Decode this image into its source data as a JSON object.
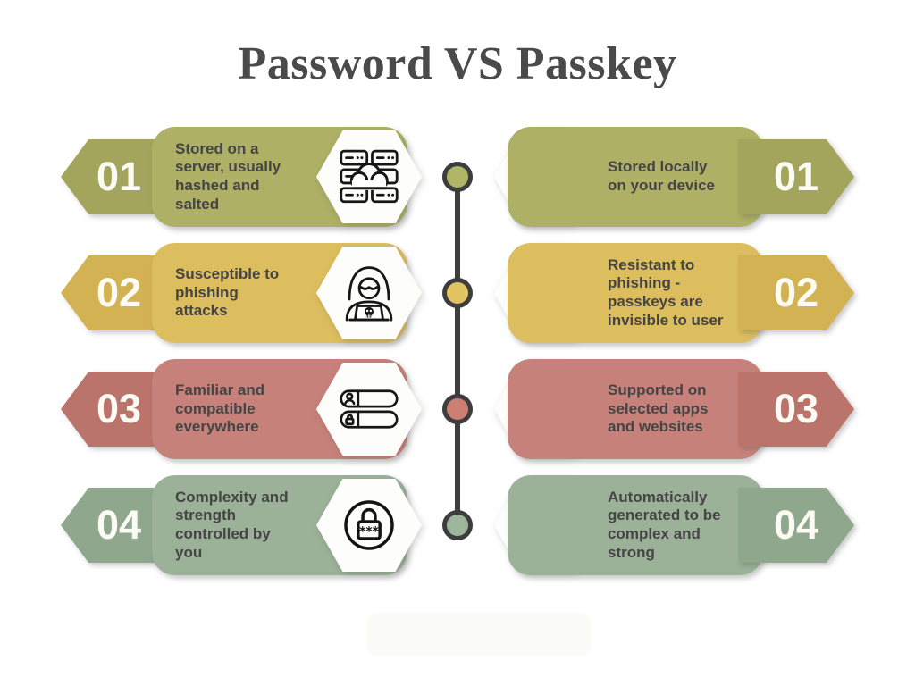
{
  "title": "Password VS Passkey",
  "colors": {
    "background": "#ffffff",
    "title_text": "#4a4a4a",
    "body_text": "#454545",
    "number_text": "#fbfaf3",
    "timeline": "#3d3d3d",
    "hexagon_fill": "#fdfdfc",
    "watermark": "#fbfbf8"
  },
  "rows": [
    {
      "number": "01",
      "card_color": "#aeb065",
      "badge_color": "#a2a55b",
      "dot_color": "#b1b566",
      "left": {
        "text": "Stored on a\nserver, usually\nhashed and\nsalted",
        "icon": "cloud-servers-icon"
      },
      "right": {
        "text": "Stored locally\non your device",
        "icon": "server-stack-icon"
      }
    },
    {
      "number": "02",
      "card_color": "#ddbe5f",
      "badge_color": "#d3b253",
      "dot_color": "#e1c261",
      "left": {
        "text": "Susceptible to\nphishing\nattacks",
        "icon": "hacker-icon"
      },
      "right": {
        "text": "Resistant to\nphishing -\npasskeys are\ninvisible to user",
        "icon": "eye-slash-icon"
      }
    },
    {
      "number": "03",
      "card_color": "#c6827a",
      "badge_color": "#ba746b",
      "dot_color": "#cc7e73",
      "left": {
        "text": "Familiar and\ncompatible\neverywhere",
        "icon": "login-fields-icon"
      },
      "right": {
        "text": "Supported on\nselected apps\nand websites",
        "icon": "fingerprint-icon"
      }
    },
    {
      "number": "04",
      "card_color": "#9bb298",
      "badge_color": "#8ea78d",
      "dot_color": "#9eb69b",
      "left": {
        "text": "Complexity and\nstrength\ncontrolled by\nyou",
        "icon": "padlock-icon"
      },
      "right": {
        "text": "Automatically\ngenerated to be\ncomplex and\nstrong",
        "icon": "auto-generate-icon"
      }
    }
  ]
}
